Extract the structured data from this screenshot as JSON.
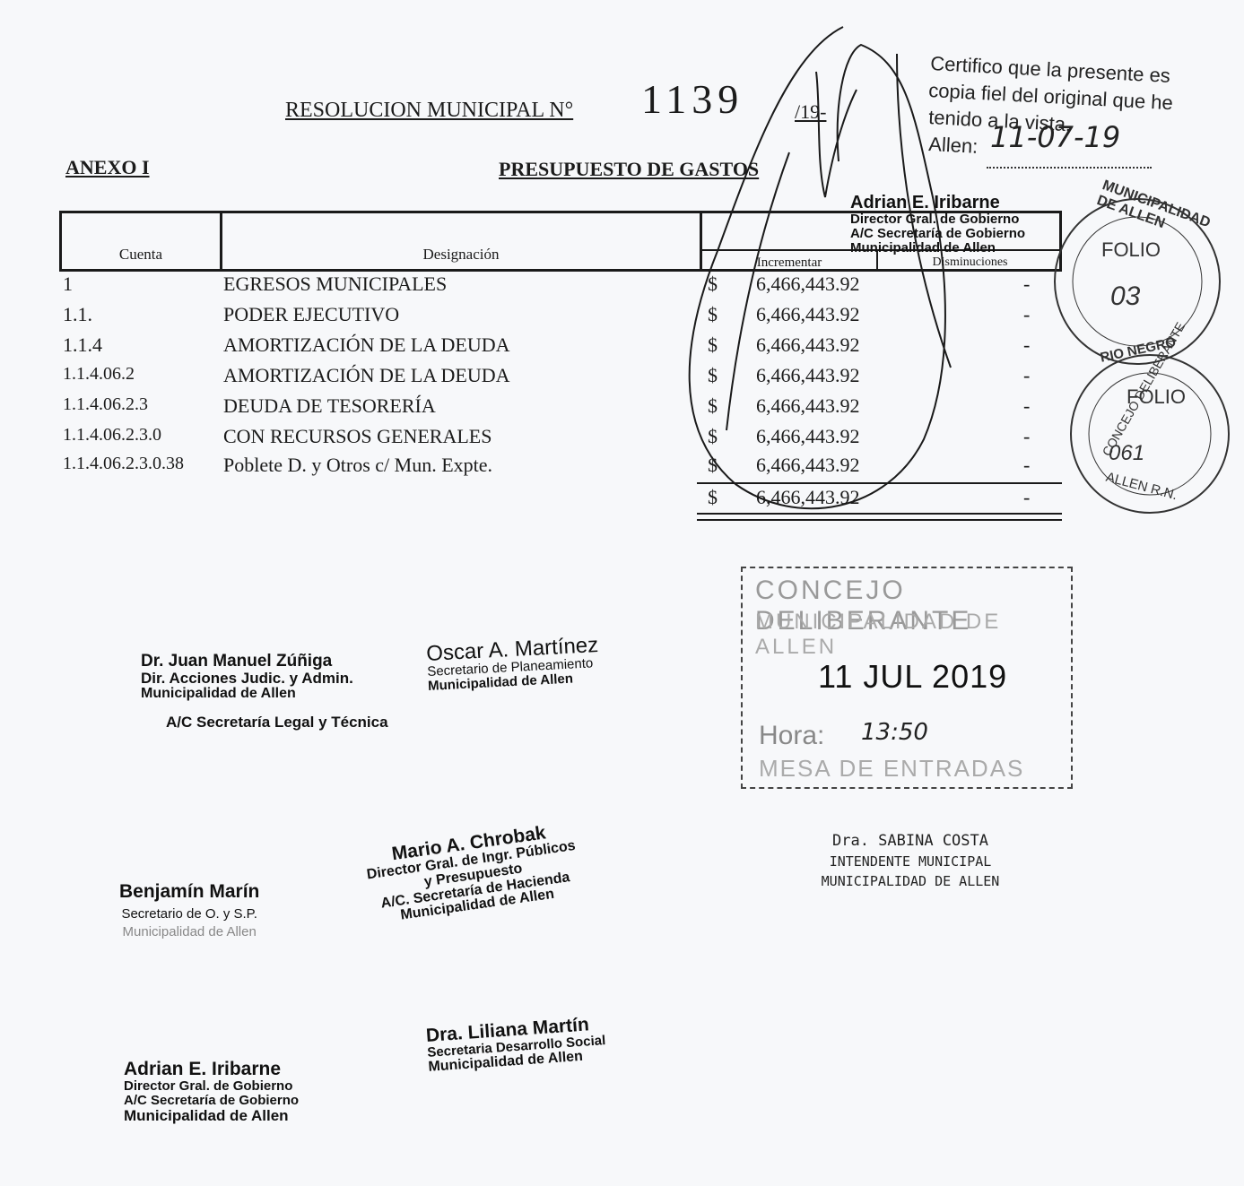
{
  "header": {
    "resolution_label": "RESOLUCION MUNICIPAL N°",
    "resolution_number": "1139",
    "resolution_year": "/19-",
    "annex": "ANEXO I",
    "section_title": "PRESUPUESTO DE GASTOS"
  },
  "table": {
    "columns": {
      "cuenta": "Cuenta",
      "designacion": "Designación",
      "incrementar": "Incrementar",
      "disminuciones": "Disminuciones"
    },
    "rows": [
      {
        "cuenta": "1",
        "designacion": "EGRESOS MUNICIPALES",
        "currency": "$",
        "incrementar": "6,466,443.92",
        "disminuciones": "-"
      },
      {
        "cuenta": "1.1.",
        "designacion": "PODER EJECUTIVO",
        "currency": "$",
        "incrementar": "6,466,443.92",
        "disminuciones": "-"
      },
      {
        "cuenta": "1.1.4",
        "designacion": "AMORTIZACIÓN DE LA DEUDA",
        "currency": "$",
        "incrementar": "6,466,443.92",
        "disminuciones": "-"
      },
      {
        "cuenta": "1.1.4.06.2",
        "designacion": "AMORTIZACIÓN DE LA DEUDA",
        "currency": "$",
        "incrementar": "6,466,443.92",
        "disminuciones": "-"
      },
      {
        "cuenta": "1.1.4.06.2.3",
        "designacion": "DEUDA DE TESORERÍA",
        "currency": "$",
        "incrementar": "6,466,443.92",
        "disminuciones": "-"
      },
      {
        "cuenta": "1.1.4.06.2.3.0",
        "designacion": "CON RECURSOS GENERALES",
        "currency": "$",
        "incrementar": "6,466,443.92",
        "disminuciones": "-"
      },
      {
        "cuenta": "1.1.4.06.2.3.0.38",
        "designacion": "Poblete D. y Otros c/ Mun. Expte.",
        "currency": "$",
        "incrementar": "6,466,443.92",
        "disminuciones": "-"
      }
    ],
    "total": {
      "currency": "$",
      "incrementar": "6,466,443.92",
      "disminuciones": "-"
    }
  },
  "certification": {
    "line1": "Certifico que la presente es",
    "line2": "copia fiel del original que he",
    "line3": "tenido a la vista.",
    "line4": "Allen:",
    "date_handwritten": "11-07-19"
  },
  "stamps": {
    "iribarne_top": {
      "name": "Adrian E. Iribarne",
      "l1": "Director Gral. de Gobierno",
      "l2": "A/C Secretaría de Gobierno",
      "l3": "Municipalidad de Allen"
    },
    "zuniga": {
      "name": "Dr. Juan Manuel Zúñiga",
      "l1": "Dir. Acciones Judic. y Admin.",
      "l2": "Municipalidad de Allen",
      "l3": "A/C Secretaría Legal y Técnica"
    },
    "martinez": {
      "name": "Oscar A. Martínez",
      "l1": "Secretario de Planeamiento",
      "l2": "Municipalidad de Allen"
    },
    "chrobak": {
      "name": "Mario A. Chrobak",
      "l1": "Director Gral. de Ingr. Públicos",
      "l2": "y Presupuesto",
      "l3": "A/C. Secretaría de Hacienda",
      "l4": "Municipalidad de Allen"
    },
    "marin": {
      "name": "Benjamín Marín",
      "l1": "Secretario de O. y S.P.",
      "l2": "Municipalidad de Allen"
    },
    "martin": {
      "name": "Dra. Liliana Martín",
      "l1": "Secretaria Desarrollo Social",
      "l2": "Municipalidad de Allen"
    },
    "iribarne_bottom": {
      "name": "Adrian E. Iribarne",
      "l1": "Director Gral. de Gobierno",
      "l2": "A/C Secretaría de Gobierno",
      "l3": "Municipalidad de Allen"
    },
    "costa": {
      "name": "Dra. SABINA COSTA",
      "l1": "INTENDENTE MUNICIPAL",
      "l2": "MUNICIPALIDAD DE ALLEN"
    }
  },
  "date_stamp": {
    "line1": "CONCEJO DELIBERANTE",
    "line2": "MUNICIPALIDAD DE ALLEN",
    "date": "11 JUL 2019",
    "hora_label": "Hora:",
    "hora_value": "13:50",
    "line_bottom": "MESA DE ENTRADAS"
  },
  "seals": {
    "seal1": {
      "arc": "MUNICIPALIDAD DE ALLEN",
      "folio_label": "FOLIO",
      "folio": "03",
      "bottom": "RIO NEGRO"
    },
    "seal2": {
      "arc": "CONCEJO DELIBERANTE",
      "folio_label": "FOLIO",
      "folio": "061",
      "bottom": "ALLEN R.N."
    }
  },
  "colors": {
    "ink": "#1b1b1b",
    "paper": "#f7f8fa",
    "stamp_gray": "#999999"
  }
}
